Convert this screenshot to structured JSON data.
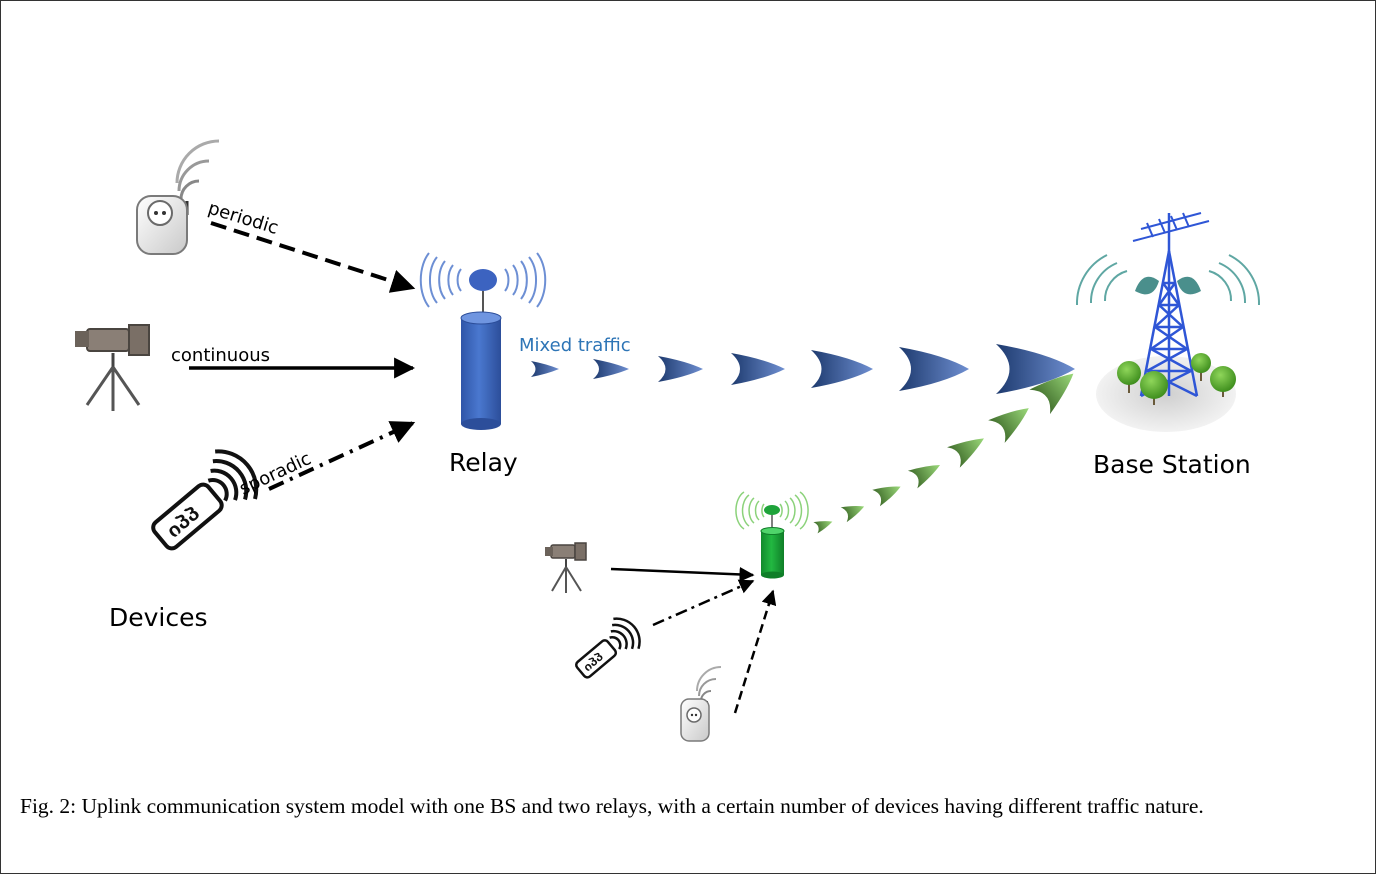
{
  "labels": {
    "periodic": "periodic",
    "continuous": "continuous",
    "sporadic": "sporadic",
    "mixed_traffic": "Mixed traffic",
    "relay": "Relay",
    "base_station": "Base Station",
    "devices": "Devices"
  },
  "caption": "Fig. 2: Uplink communication system model with one BS and two relays, with a certain number of devices having different traffic nature.",
  "colors": {
    "relay_primary": "#4472c4",
    "relay_secondary": "#1ea33a",
    "tower": "#2f56d6",
    "mixed_traffic_text": "#2e75b6"
  },
  "icons": [
    "smart-plug-icon",
    "video-camera-icon",
    "rfid-tag-icon",
    "relay-tower-icon",
    "base-station-icon"
  ]
}
